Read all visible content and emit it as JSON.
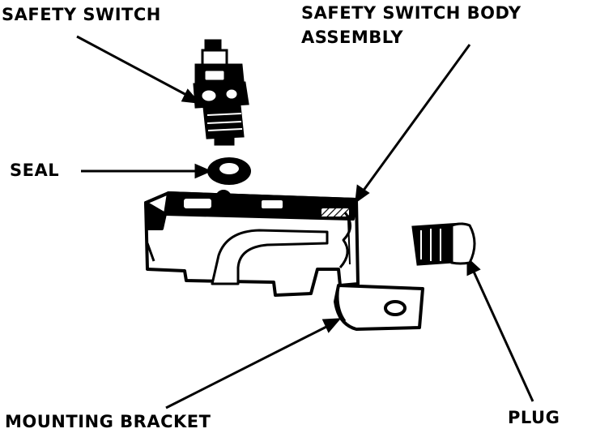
{
  "diagram": {
    "labels": {
      "safety_switch": "SAFETY SWITCH",
      "body_line1": "SAFETY SWITCH BODY",
      "body_line2": "ASSEMBLY",
      "seal": "SEAL",
      "mounting_bracket": "MOUNTING BRACKET",
      "plug": "PLUG"
    },
    "colors": {
      "ink": "#000000",
      "paper": "#ffffff"
    }
  }
}
